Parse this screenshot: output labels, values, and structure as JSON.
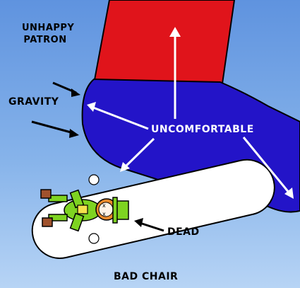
{
  "labels": {
    "unhappy_line1": "UNHAPPY",
    "unhappy_line2": "PATRON",
    "gravity": "GRAVITY",
    "uncomfortable": "UNCOMFORTABLE",
    "dead": "DEAD",
    "bad_chair": "BAD CHAIR"
  },
  "colors": {
    "sky_top": "#5f93df",
    "sky_bottom": "#b7d4f5",
    "leg": "#e0141b",
    "seat": "#2314c8",
    "chair": "#ffffff",
    "leprechaun": "#7ed321"
  }
}
